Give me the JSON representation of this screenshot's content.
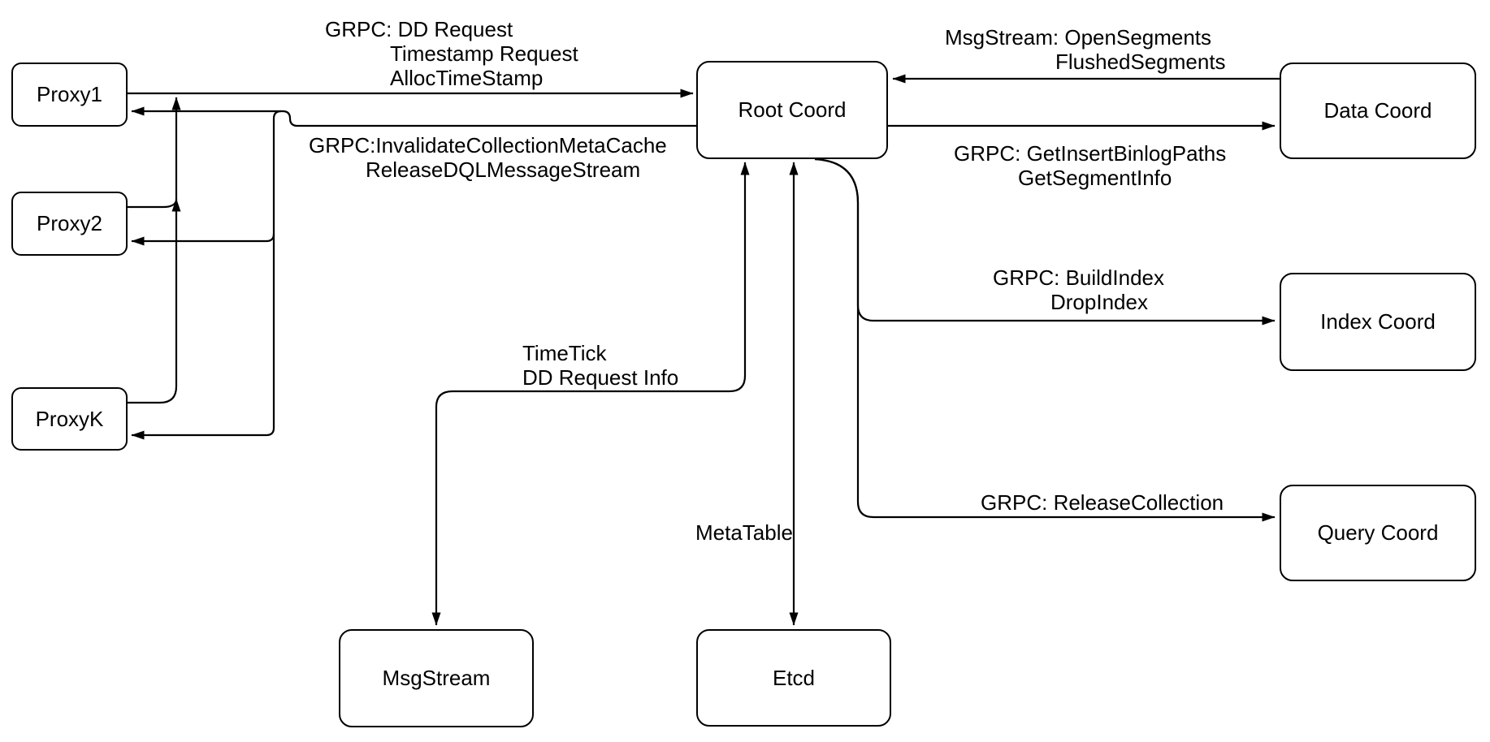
{
  "diagram_title": "Root Coord architecture diagram",
  "colors": {
    "background": "#ffffff",
    "node_fill": "#ffffff",
    "line": "#000000",
    "text": "#000000"
  },
  "nodes": {
    "proxy1": "Proxy1",
    "proxy2": "Proxy2",
    "proxyk": "ProxyK",
    "root_coord": "Root Coord",
    "data_coord": "Data Coord",
    "index_coord": "Index Coord",
    "query_coord": "Query Coord",
    "msgstream": "MsgStream",
    "etcd": "Etcd"
  },
  "edge_labels": {
    "dd_request": [
      "GRPC: DD Request",
      "Timestamp Request",
      "AllocTimeStamp"
    ],
    "invalidate": [
      "GRPC:InvalidateCollectionMetaCache",
      "ReleaseDQLMessageStream"
    ],
    "open_segments": [
      "MsgStream: OpenSegments",
      "FlushedSegments"
    ],
    "binlog_paths": [
      "GRPC: GetInsertBinlogPaths",
      "GetSegmentInfo"
    ],
    "build_index": [
      "GRPC: BuildIndex",
      "DropIndex"
    ],
    "release_collection": [
      "GRPC: ReleaseCollection"
    ],
    "timetick": [
      "TimeTick",
      "DD Request Info"
    ],
    "metatable": [
      "MetaTable"
    ]
  }
}
